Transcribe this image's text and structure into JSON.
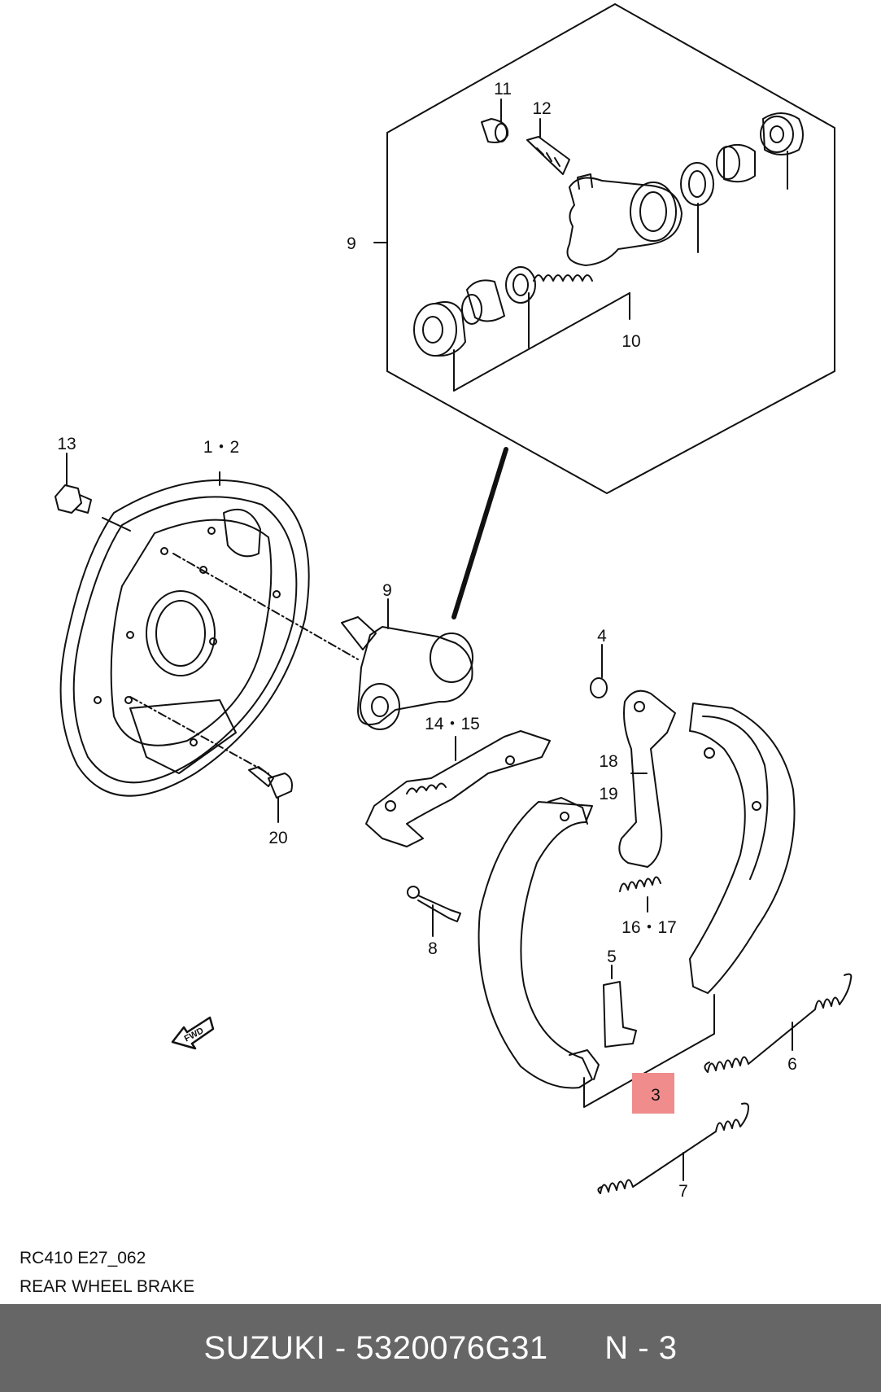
{
  "callouts": {
    "c11": "11",
    "c12": "12",
    "c9_top": "9",
    "c10": "10",
    "c13": "13",
    "c1_2": "1・2",
    "c9": "9",
    "c4": "4",
    "c14_15": "14・15",
    "c18": "18",
    "c19": "19",
    "c16_17": "16・17",
    "c20": "20",
    "c8": "8",
    "c5": "5",
    "c3": "3",
    "c6": "6",
    "c7": "7"
  },
  "fwd_label": "FWD",
  "highlight_color": "#f08c8c",
  "diagram_code": "RC410 E27_062",
  "diagram_title": "REAR WHEEL BRAKE",
  "footer": {
    "brand": "SUZUKI",
    "separator": " - ",
    "part_number": "5320076G31",
    "ref_label": "N - 3"
  }
}
